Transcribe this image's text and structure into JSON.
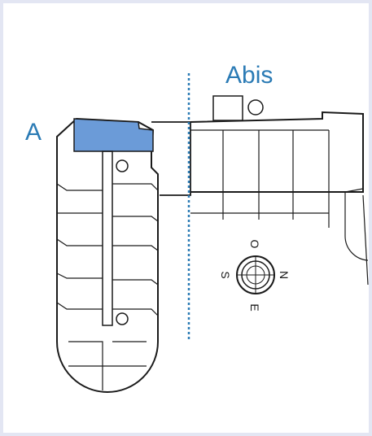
{
  "labels": {
    "wing_a": "A",
    "wing_abis": "Abis"
  },
  "compass": {
    "n": "N",
    "s": "S",
    "e": "E",
    "o": "O"
  },
  "colors": {
    "highlight_fill": "#6b9bd8",
    "label_text": "#2b7bb5",
    "divider": "#2b7bb5",
    "wall": "#1a1a1a",
    "frame": "#e3e6f3"
  }
}
